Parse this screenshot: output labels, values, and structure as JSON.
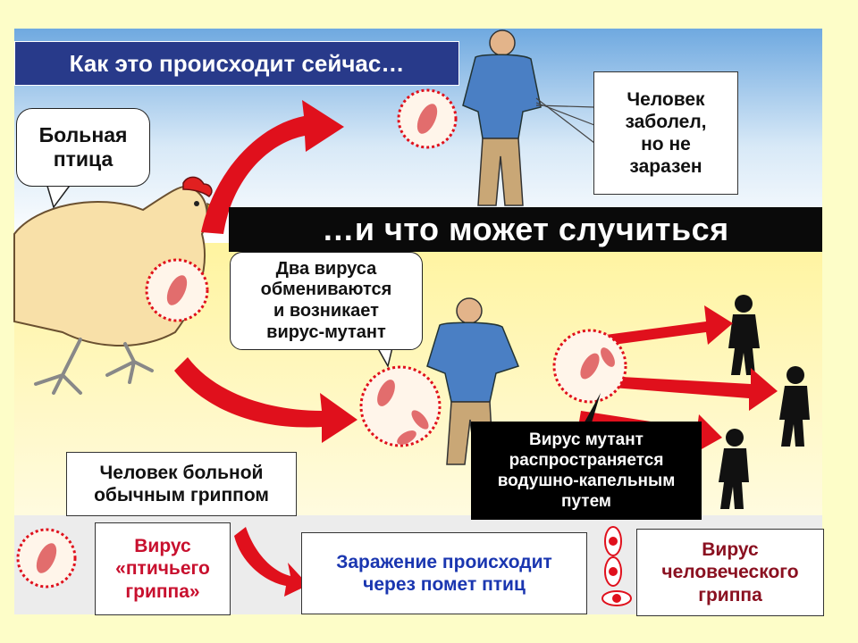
{
  "titles": {
    "now": "Как это происходит сейчас…",
    "future": "…и что может случиться"
  },
  "labels": {
    "sick_bird": "Больная\nптица",
    "person_sick_not_contagious": "Человек\nзаболел,\nно не\nзаразен",
    "two_viruses_exchange": "Два вируса\nобмениваются\nи возникает\nвирус-мутант",
    "person_regular_flu": "Человек больной\nобычным гриппом",
    "mutant_spreads": "Вирус мутант\nраспространяется\nводушно-капельным\nпутем"
  },
  "legend": {
    "bird_flu": "Вирус\n«птичьего\nгриппа»",
    "infection_route": "Заражение происходит\nчерез помет птиц",
    "human_flu": "Вирус\nчеловеческого\nгриппа"
  },
  "colors": {
    "title_bg": "#283a8a",
    "arrow_red": "#e0101c",
    "bird_flu_text": "#c8102e",
    "infection_text": "#1a36b0",
    "page_bg": "#fdfdc8"
  }
}
